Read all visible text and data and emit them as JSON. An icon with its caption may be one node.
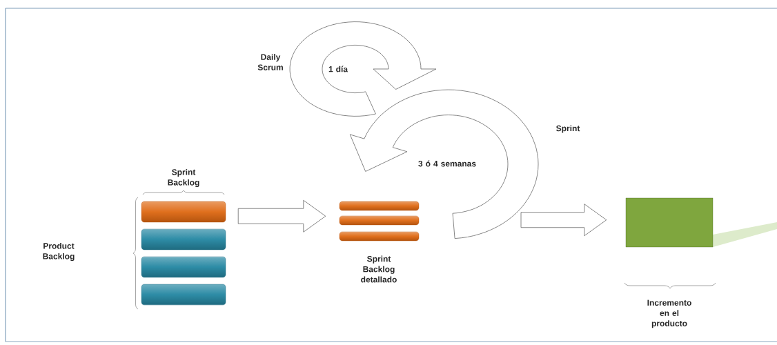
{
  "diagram": {
    "nodes": [
      {
        "text": [],
        "shape": "bar",
        "beside": [
          "Sprint Backlog"
        ]
      },
      {
        "text": [],
        "shape": "bar"
      },
      {
        "text": [],
        "shape": "bar"
      },
      {
        "text": [],
        "shape": "bar"
      },
      {
        "text": [],
        "shape": "bar"
      },
      {
        "text": [],
        "shape": "bar"
      },
      {
        "text": [],
        "shape": "bar",
        "beside": [
          "Sprint Backlog detallado"
        ]
      },
      {
        "text": [],
        "shape": "box"
      }
    ],
    "edges": [
      {
        "from": 0,
        "to": 5,
        "arrow": "to"
      },
      {
        "from": null,
        "to": 7,
        "arrow": "to"
      }
    ],
    "labels": [
      "Daily Scrum",
      "1 día",
      "Sprint",
      "3 ó 4 semanas",
      "Product Backlog",
      "Incremento en el producto"
    ]
  }
}
